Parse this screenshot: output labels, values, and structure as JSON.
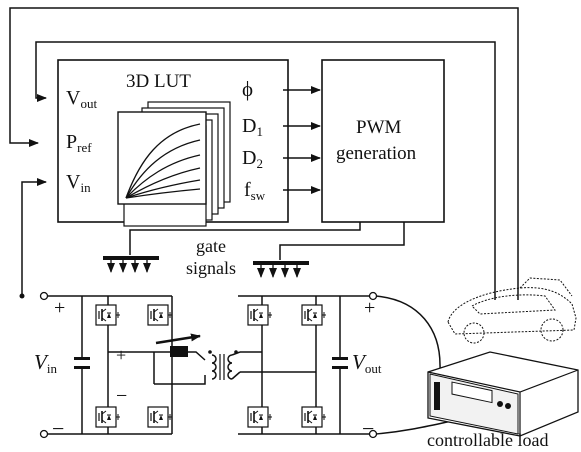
{
  "lut": {
    "title": "3D LUT",
    "inputs": [
      {
        "main": "V",
        "sub": "out",
        "name": "input-vout"
      },
      {
        "main": "P",
        "sub": "ref",
        "name": "input-pref"
      },
      {
        "main": "V",
        "sub": "in",
        "name": "input-vin"
      }
    ],
    "outputs": [
      {
        "main": "ϕ",
        "sub": "",
        "name": "output-phi"
      },
      {
        "main": "D",
        "sub": "1",
        "name": "output-d1"
      },
      {
        "main": "D",
        "sub": "2",
        "name": "output-d2"
      },
      {
        "main": "f",
        "sub": "sw",
        "name": "output-fsw"
      }
    ]
  },
  "pwm": {
    "line1": "PWM",
    "line2": "generation"
  },
  "gate": {
    "line1": "gate",
    "line2": "signals"
  },
  "circuit": {
    "vin_main": "V",
    "vin_sub": "in",
    "vout_main": "V",
    "vout_sub": "out",
    "plus": "+",
    "minus": "−"
  },
  "load": {
    "label": "controllable load"
  }
}
